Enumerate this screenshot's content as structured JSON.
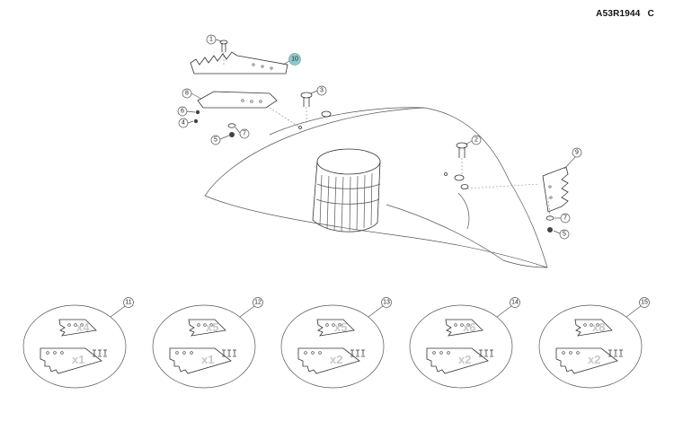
{
  "header": {
    "drawing_code": "A53R1944",
    "revision": "C"
  },
  "callouts": {
    "c1": "1",
    "c2": "2",
    "c3": "3",
    "c4": "4",
    "c5a": "5",
    "c5b": "5",
    "c6": "6",
    "c7a": "7",
    "c7b": "7",
    "c8": "8",
    "c9": "9",
    "c10": "10"
  },
  "highlight_color": "#8fc9c9",
  "kits": [
    {
      "number": "11",
      "top_qty": "x4",
      "bottom_qty": "x1"
    },
    {
      "number": "12",
      "top_qty": "x5",
      "bottom_qty": "x1"
    },
    {
      "number": "13",
      "top_qty": "x5",
      "bottom_qty": "x2"
    },
    {
      "number": "14",
      "top_qty": "x6",
      "bottom_qty": "x2"
    },
    {
      "number": "15",
      "top_qty": "x8",
      "bottom_qty": "x2"
    }
  ]
}
